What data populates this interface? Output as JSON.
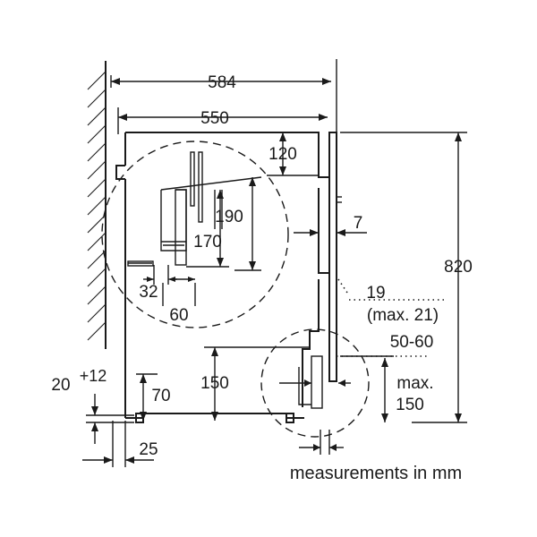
{
  "diagram": {
    "dimensions": {
      "width_total": "584",
      "width_appliance": "550",
      "top_gap": "120",
      "hose_height_190": "190",
      "hose_height_170": "170",
      "offset_32": "32",
      "offset_60": "60",
      "gap_7": "7",
      "height_820": "820",
      "gap_19": "19",
      "gap_max_21": "(max. 21)",
      "range_50_60": "50-60",
      "max_label": "max.",
      "max_150": "150",
      "height_150": "150",
      "height_70": "70",
      "foot_20": "20",
      "foot_plus12": "+12",
      "offset_25": "25"
    },
    "caption": "measurements in mm"
  }
}
